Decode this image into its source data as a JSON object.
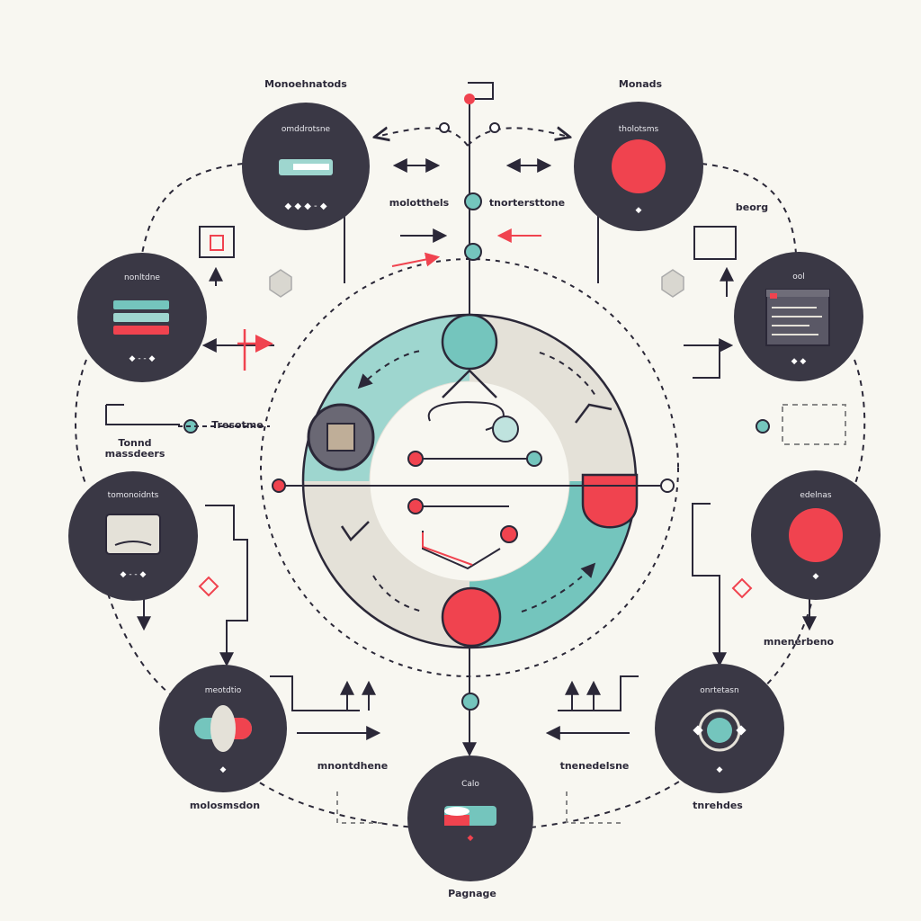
{
  "colors": {
    "background": "#f8f7f1",
    "node": "#3a3845",
    "teal": "#74c5bd",
    "red": "#f0434f",
    "beige": "#e4e1d8",
    "line": "#2b2838"
  },
  "labels": {
    "top_left": "Monoehnatods",
    "top_right": "Monads",
    "top_mid_left": "molotthels",
    "top_mid_right": "tnortersttone",
    "right_small": "beorg",
    "left_mid_a": "Tonnd",
    "left_mid_b": "massdeers",
    "left_mid_c": "Tresotme",
    "bottom_left": "molosmsdon",
    "bottom_mid_left": "mnontdhene",
    "bottom_mid_right": "tnenedelsne",
    "bottom_right": "tnrehdes",
    "bottom": "Pagnage",
    "right_lower": "mnenerbeno"
  },
  "nodes": [
    {
      "id": "n1",
      "title": "omddrotsne",
      "icon": "toggle-icon"
    },
    {
      "id": "n2",
      "title": "tholotsms",
      "icon": "record-dot-icon"
    },
    {
      "id": "n3",
      "title": "ool",
      "icon": "document-icon"
    },
    {
      "id": "n4",
      "title": "edelnas",
      "icon": "record-dot-icon"
    },
    {
      "id": "n5",
      "title": "onrtetasn",
      "icon": "target-ring-icon"
    },
    {
      "id": "n6",
      "title": "Calo",
      "icon": "database-icon"
    },
    {
      "id": "n7",
      "title": "meotdtio",
      "icon": "pill-icon"
    },
    {
      "id": "n8",
      "title": "tomonoidnts",
      "icon": "window-icon"
    },
    {
      "id": "n9",
      "title": "nonltdne",
      "icon": "list-icon"
    }
  ]
}
